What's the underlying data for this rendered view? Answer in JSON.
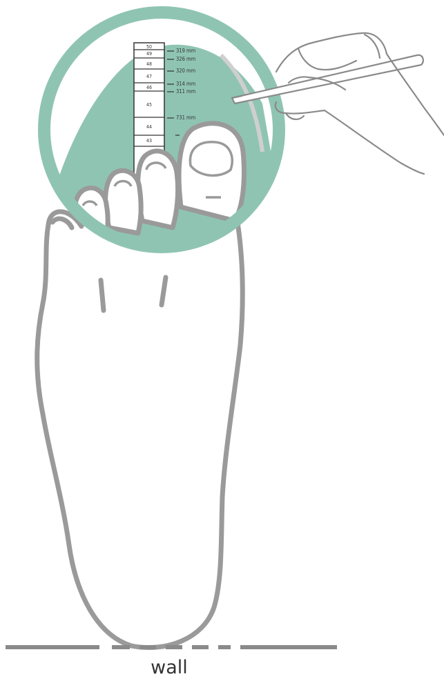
{
  "ruler": {
    "sizes": [
      "50",
      "49",
      "48",
      "47",
      "46",
      "45",
      "44",
      "43"
    ],
    "measurements": [
      "319 mm",
      "326 mm",
      "320 mm",
      "314 mm",
      "311 mm",
      "731 mm"
    ]
  },
  "wall_label": "wall",
  "colors": {
    "circle_fill": "#8fc4b3",
    "circle_ring": "#6ba895",
    "outline": "#9a9a9a",
    "line_art": "#777777"
  },
  "icons": [
    "foot-outline",
    "magnifier-circle",
    "ruler",
    "hand-with-pencil"
  ]
}
